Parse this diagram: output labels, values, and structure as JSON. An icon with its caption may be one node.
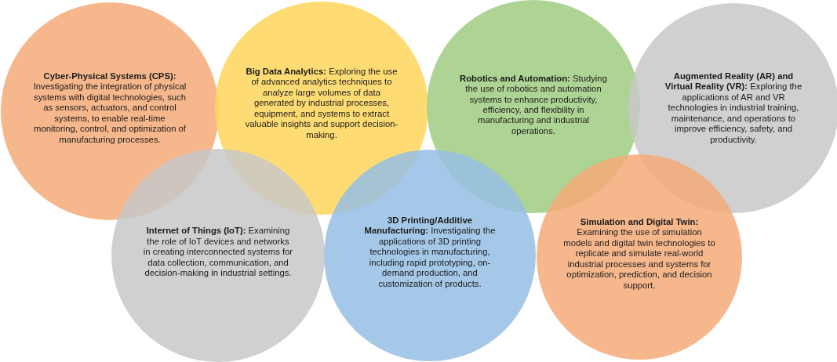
{
  "diagram": {
    "nodes": [
      {
        "text": [
          "**Cyber-Physical Systems (CPS):** Investigating the integration of physical systems with digital technologies, such as sensors, actuators, and control systems, to enable real-time monitoring, control, and optimization of manufacturing processes."
        ]
      },
      {
        "text": [
          "**Big Data Analytics:** Exploring the use of advanced analytics techniques to analyze large volumes of data generated by industrial processes, equipment, and systems to extract valuable insights and support decision-making."
        ]
      },
      {
        "text": [
          "**Robotics and Automation:** Studying the use of robotics and automation systems to enhance productivity, efficiency, and flexibility in manufacturing and industrial operations."
        ]
      },
      {
        "text": [
          "**Augmented Reality (AR) and Virtual Reality (VR):** Exploring the applications of AR and VR technologies in industrial training, maintenance, and operations to improve efficiency, safety, and productivity."
        ]
      },
      {
        "text": [
          "**Internet of Things (IoT):** Examining the role of IoT devices and networks in creating interconnected systems for data collection, communication, and decision-making in industrial settings."
        ]
      },
      {
        "text": [
          "**3D Printing/Additive Manufacturing:** Investigating the applications of 3D printing technologies in manufacturing, including rapid prototyping, on-demand production, and customization of products."
        ]
      },
      {
        "text": [
          "**Simulation and Digital Twin:** Examining the use of simulation models and digital twin technologies to replicate and simulate real-world industrial processes and systems for optimization, prediction, and decision support."
        ]
      }
    ]
  }
}
